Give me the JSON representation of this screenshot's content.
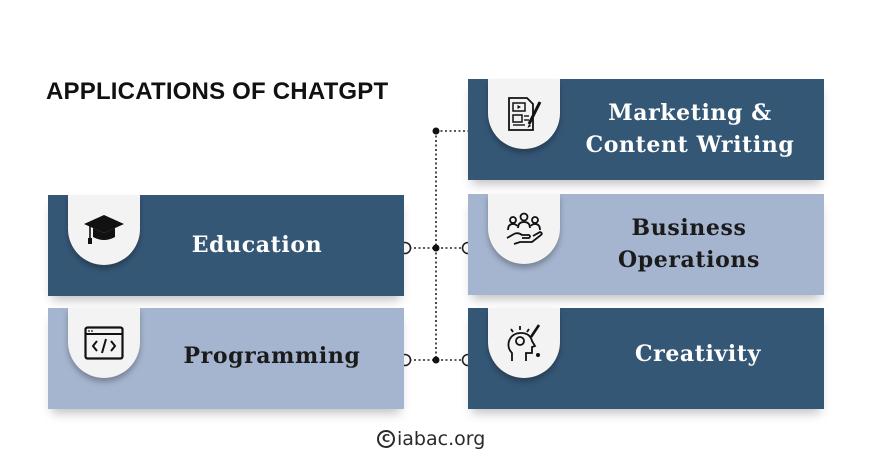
{
  "title": "APPLICATIONS OF CHATGPT",
  "left_items": [
    {
      "label": "Education",
      "icon": "graduation-cap-icon"
    },
    {
      "label": "Programming",
      "icon": "code-window-icon"
    }
  ],
  "right_items": [
    {
      "line1": "Marketing &",
      "line2": "Content Writing",
      "icon": "content-document-icon"
    },
    {
      "line1": "Business",
      "line2": "Operations",
      "icon": "team-hand-icon"
    },
    {
      "line1": "Creativity",
      "line2": "",
      "icon": "creative-head-icon"
    }
  ],
  "watermark": "iabac.org",
  "colors": {
    "dark_card": "#355776",
    "light_card": "#a5b5cf",
    "tab": "#f3f3f3"
  }
}
